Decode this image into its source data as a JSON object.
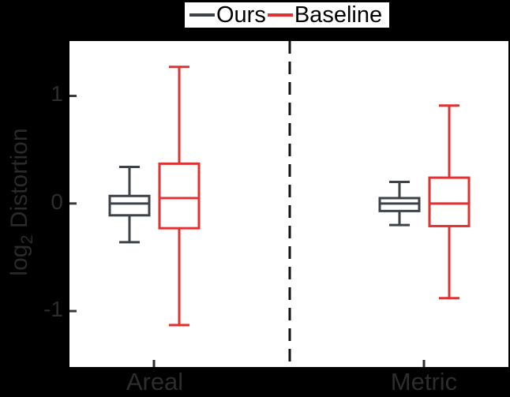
{
  "legend": {
    "items": [
      {
        "label": "Ours",
        "color": "#3c4247"
      },
      {
        "label": "Baseline",
        "color": "#df3232"
      }
    ]
  },
  "y_axis_label": {
    "prefix": "log",
    "sub": "2",
    "suffix": "Distortion"
  },
  "chart_data": {
    "type": "boxplot",
    "title": "",
    "xlabel": "",
    "ylabel": "log_2 Distortion",
    "ylim": [
      -1.52,
      1.51
    ],
    "yticks": [
      1,
      0,
      -1
    ],
    "ytick_labels": [
      "1",
      "0",
      "-1"
    ],
    "categories": [
      "Areal",
      "Metric"
    ],
    "grid": false,
    "legend_position": "top-center, outside plot",
    "divider": "dashed black vertical line between Areal and Metric groups",
    "background_color": "#000000",
    "plot_background_color": "#ffffff",
    "series": [
      {
        "name": "Ours",
        "color": "#3c4247",
        "boxes": [
          {
            "category": "Areal",
            "whisker_low": -0.36,
            "q1": -0.11,
            "median": 0.0,
            "q3": 0.07,
            "whisker_high": 0.34
          },
          {
            "category": "Metric",
            "whisker_low": -0.2,
            "q1": -0.07,
            "median": 0.0,
            "q3": 0.05,
            "whisker_high": 0.2
          }
        ]
      },
      {
        "name": "Baseline",
        "color": "#df3232",
        "boxes": [
          {
            "category": "Areal",
            "whisker_low": -1.13,
            "q1": -0.23,
            "median": 0.05,
            "q3": 0.37,
            "whisker_high": 1.27
          },
          {
            "category": "Metric",
            "whisker_low": -0.88,
            "q1": -0.21,
            "median": 0.0,
            "q3": 0.24,
            "whisker_high": 0.91
          }
        ]
      }
    ]
  }
}
